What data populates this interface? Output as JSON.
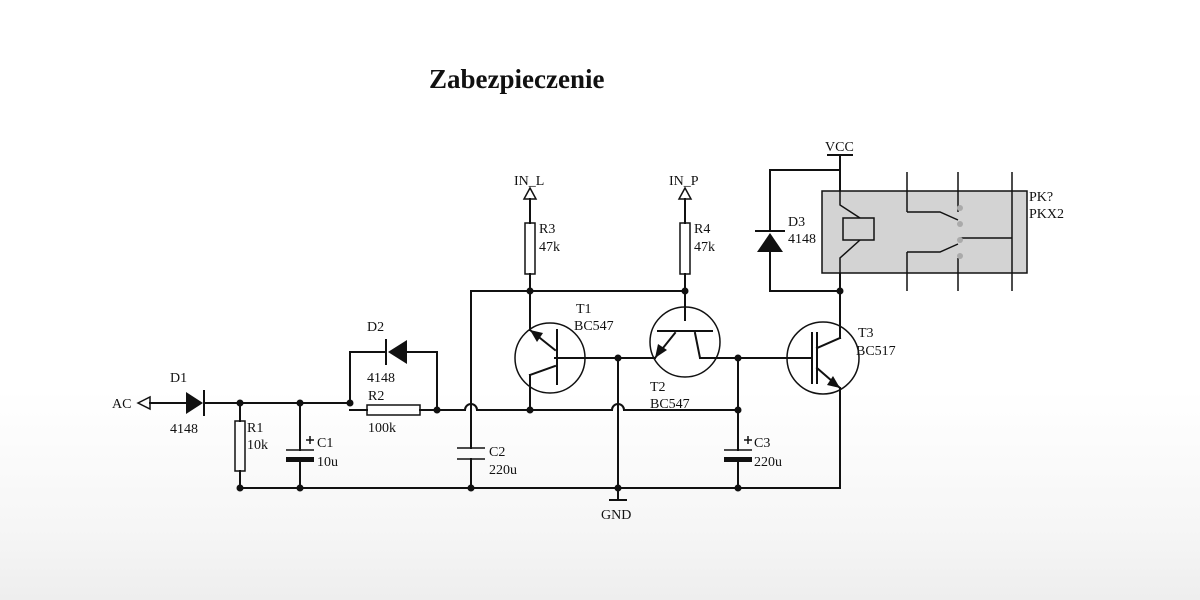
{
  "title": "Zabezpieczenie",
  "ports": {
    "ac": "AC",
    "in_l": "IN_L",
    "in_p": "IN_P",
    "vcc": "VCC",
    "gnd": "GND"
  },
  "components": {
    "d1": {
      "ref": "D1",
      "value": "4148"
    },
    "d2": {
      "ref": "D2",
      "value": "4148"
    },
    "d3": {
      "ref": "D3",
      "value": "4148"
    },
    "r1": {
      "ref": "R1",
      "value": "10k"
    },
    "r2": {
      "ref": "R2",
      "value": "100k"
    },
    "r3": {
      "ref": "R3",
      "value": "47k"
    },
    "r4": {
      "ref": "R4",
      "value": "47k"
    },
    "c1": {
      "ref": "C1",
      "value": "10u"
    },
    "c2": {
      "ref": "C2",
      "value": "220u"
    },
    "c3": {
      "ref": "C3",
      "value": "220u"
    },
    "t1": {
      "ref": "T1",
      "value": "BC547"
    },
    "t2": {
      "ref": "T2",
      "value": "BC547"
    },
    "t3": {
      "ref": "T3",
      "value": "BC517"
    },
    "pk": {
      "ref": "PK?",
      "value": "PKX2"
    }
  },
  "colors": {
    "wire": "#111111",
    "relay_fill": "#d3d3d3"
  }
}
